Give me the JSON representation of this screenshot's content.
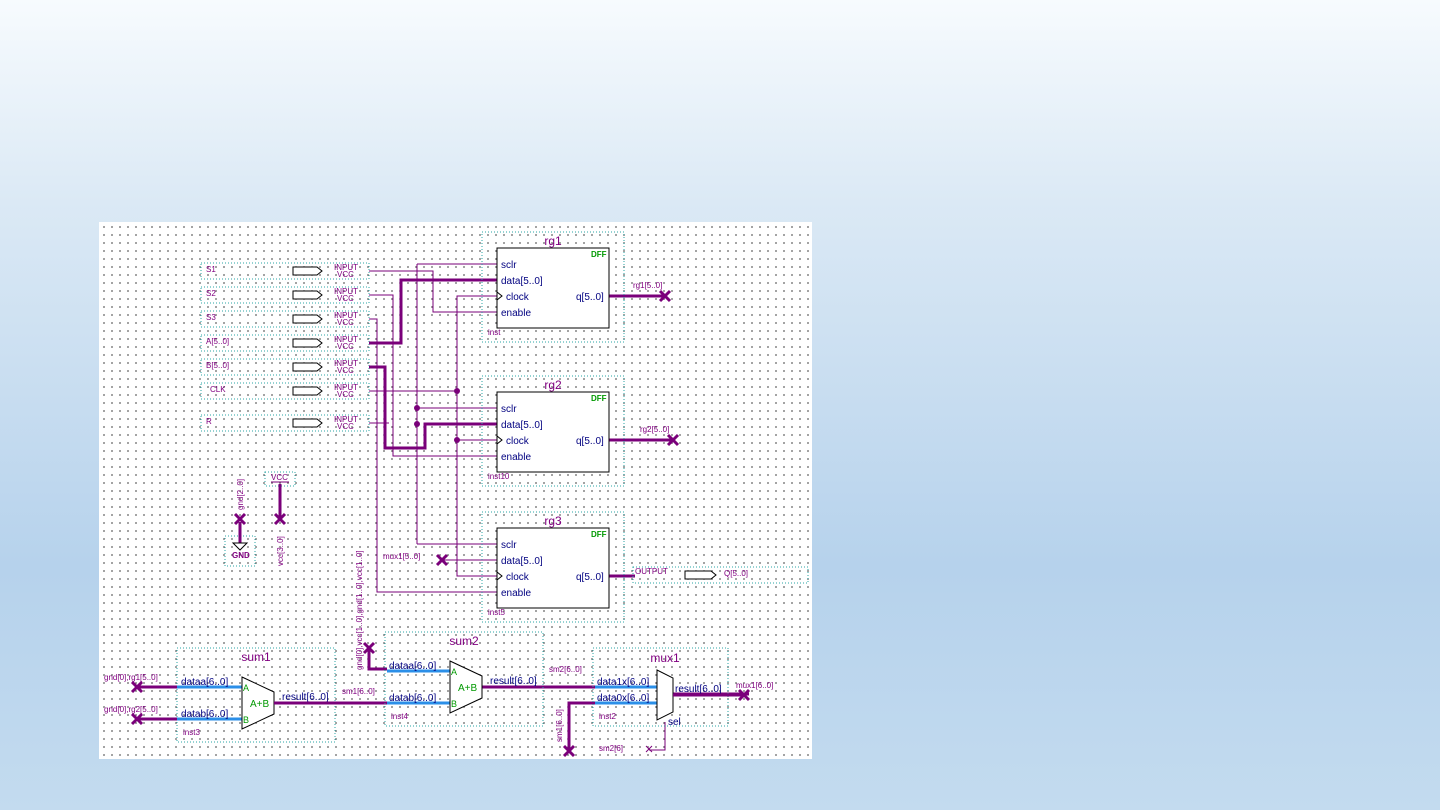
{
  "pins": {
    "s1": "S1",
    "s2": "S2",
    "s3": "S3",
    "a": "A[5..0]",
    "b": "B[5..0]",
    "clk": "CLK",
    "r": "R",
    "input_kw": "INPUT",
    "vcc_kw": "VCC",
    "output_kw": "OUTPUT",
    "q": "Q[5..0]"
  },
  "dff": {
    "type_label": "DFF",
    "port_sclr": "sclr",
    "port_data": "data[5..0]",
    "port_clock": "clock",
    "port_enable": "enable",
    "port_q": "q[5..0]",
    "rg1": {
      "title": "rg1",
      "inst": "inst",
      "out_wire": "rg1[5..0]"
    },
    "rg2": {
      "title": "rg2",
      "inst": "inst10",
      "out_wire": "rg2[5..0]"
    },
    "rg3": {
      "title": "rg3",
      "inst": "inst5",
      "in_wire": "mux1[5..0]"
    }
  },
  "power": {
    "vcc_label": "VCC",
    "gnd_label": "GND",
    "gnd_wire": "gnd[2..0]",
    "vcc_wire": "vcc[3..0]"
  },
  "sum1": {
    "title": "sum1",
    "inst": "inst3",
    "port_a": "dataa[6..0]",
    "port_b": "datab[6..0]",
    "port_result": "result[6..0]",
    "sym_a": "A",
    "sym_b": "B",
    "op": "A+B",
    "in_a_wire": "gnd[0],rg1[5..0]",
    "in_b_wire": "gnd[0],rg2[5..0]",
    "out_wire": "sm1[6..0]"
  },
  "sum2": {
    "title": "sum2",
    "inst": "inst4",
    "port_a": "dataa[6..0]",
    "port_b": "datab[6..0]",
    "port_result": "result[6..0]",
    "sym_a": "A",
    "sym_b": "B",
    "op": "A+B",
    "in_a_wire": "gnd[0],vcc[1..0],gnd[1..0],vcc[1..0]",
    "out_wire": "sm2[6..0]"
  },
  "mux1": {
    "title": "mux1",
    "inst": "inst2",
    "port_d1": "data1x[6..0]",
    "port_d0": "data0x[6..0]",
    "port_result": "result[6..0]",
    "port_sel": "sel",
    "in_d0_wire": "sm1[6..0]",
    "sel_wire": "sm2[6]",
    "out_wire": "mux1[6..0]"
  },
  "colors": {
    "wire": "#7a007a",
    "bus": "#7a007a",
    "port_line": "#2b8fe8",
    "dff_label": "#009900",
    "text": "#800080",
    "frame": "#2aa6a6",
    "body": "#000000"
  }
}
